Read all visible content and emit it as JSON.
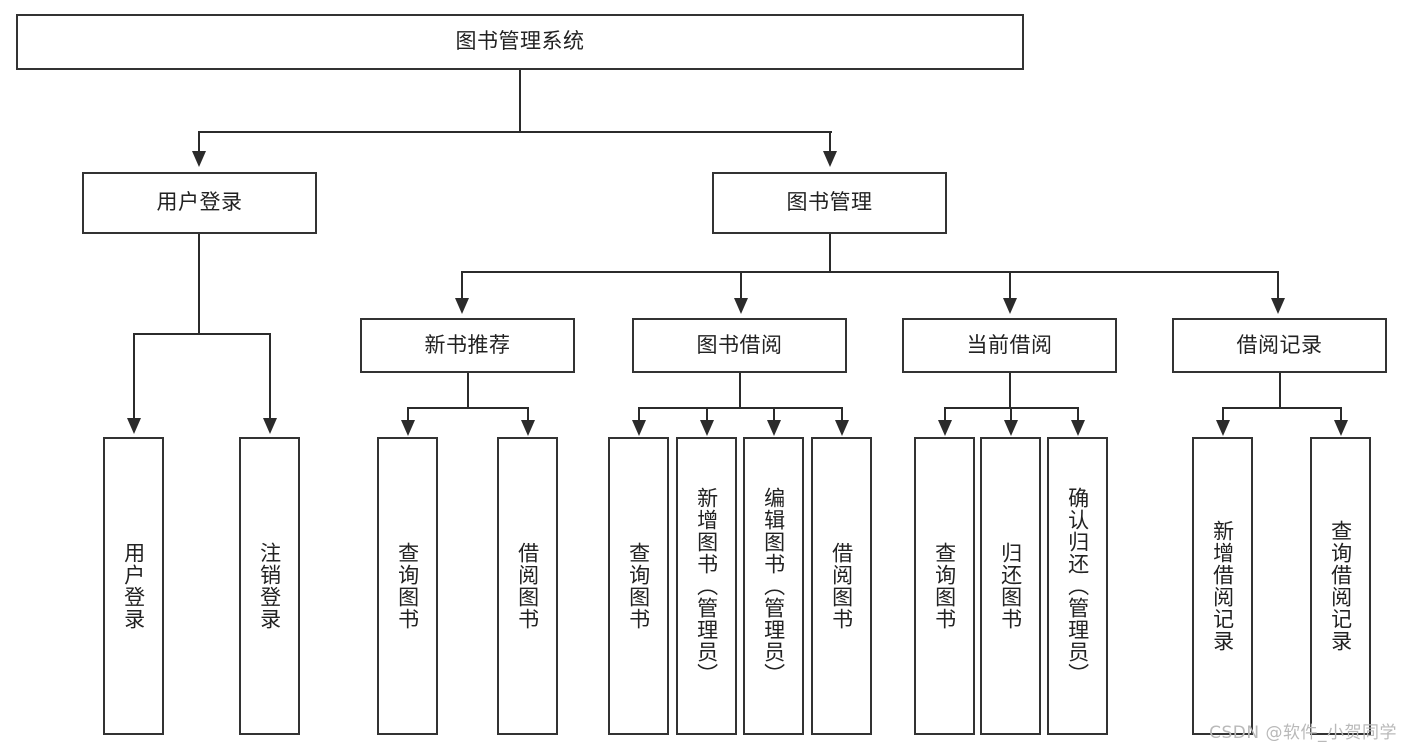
{
  "diagram": {
    "title": "图书管理系统",
    "watermark": "CSDN @软件_小贺同学",
    "root": {
      "label": "图书管理系统"
    },
    "level2": [
      {
        "label": "用户登录"
      },
      {
        "label": "图书管理"
      }
    ],
    "level3": [
      {
        "label": "新书推荐"
      },
      {
        "label": "图书借阅"
      },
      {
        "label": "当前借阅"
      },
      {
        "label": "借阅记录"
      }
    ],
    "leaves": {
      "user_login": [
        {
          "label": "用户登录"
        },
        {
          "label": "注销登录"
        }
      ],
      "new_book_recommend": [
        {
          "label": "查询图书"
        },
        {
          "label": "借阅图书"
        }
      ],
      "book_borrow": [
        {
          "label": "查询图书"
        },
        {
          "label": "新增图书（管理员）"
        },
        {
          "label": "编辑图书（管理员）"
        },
        {
          "label": "借阅图书"
        }
      ],
      "current_borrow": [
        {
          "label": "查询图书"
        },
        {
          "label": "归还图书"
        },
        {
          "label": "确认归还（管理员）"
        }
      ],
      "borrow_record": [
        {
          "label": "新增借阅记录"
        },
        {
          "label": "查询借阅记录"
        }
      ]
    }
  },
  "colors": {
    "stroke": "#333333",
    "connector": "#2b2b2b",
    "background": "#ffffff",
    "watermark": "#b9b9b9"
  }
}
